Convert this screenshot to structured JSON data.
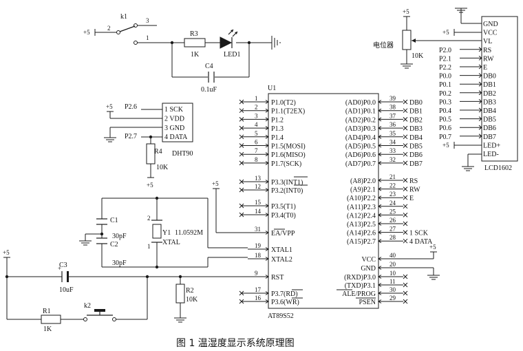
{
  "caption": "图 1  温湿度显示系统原理图",
  "power": {
    "plus5": "+5"
  },
  "switch_k1": {
    "ref": "k1",
    "pin2": "2",
    "pin3": "3",
    "pin1": "1"
  },
  "resistors": {
    "r3": {
      "ref": "R3",
      "value": "1K"
    },
    "r4": {
      "ref": "R4",
      "value": "10K"
    },
    "r2": {
      "ref": "R2",
      "value": "10K"
    },
    "r1": {
      "ref": "R1",
      "value": "1K"
    }
  },
  "led": {
    "ref": "LED1"
  },
  "capacitors": {
    "c4": {
      "ref": "C4",
      "value": "0.1uF"
    },
    "c1": {
      "ref": "C1",
      "value": "30pF"
    },
    "c2": {
      "ref": "C2",
      "value": "30pF"
    },
    "c3": {
      "ref": "C3",
      "value": "10uF"
    }
  },
  "potentiometer": {
    "label": "电位器",
    "value": "10K"
  },
  "crystal": {
    "ref": "Y1",
    "freq": "11.0592M",
    "type": "XTAL",
    "pin1": "1",
    "pin2": "2"
  },
  "switch_k2": {
    "ref": "k2"
  },
  "dht90": {
    "name": "DHT90",
    "pins": [
      "1 SCK",
      "2 VDD",
      "3 GND",
      "4 DATA"
    ],
    "net_top": "P2.6",
    "net_bottom": "P2.7"
  },
  "lcd": {
    "name": "LCD1602",
    "pins": [
      "GND",
      "VCC",
      "VL",
      "RS",
      "RW",
      "E",
      "DB0",
      "DB1",
      "DB2",
      "DB3",
      "DB4",
      "DB5",
      "DB6",
      "DB7",
      "LED+",
      "LED-"
    ],
    "nets": [
      "",
      "",
      "",
      "P2.0",
      "P2.1",
      "P2.2",
      "P0.0",
      "P0.1",
      "P0.2",
      "P0.3",
      "P0.4",
      "P0.5",
      "P0.6",
      "P0.7",
      "",
      ""
    ]
  },
  "mcu": {
    "ref": "U1",
    "name": "AT89S52",
    "left_top": [
      {
        "n": "1",
        "label": "P1.0(T2)"
      },
      {
        "n": "2",
        "label": "P1.1(T2EX)"
      },
      {
        "n": "3",
        "label": "P1.2"
      },
      {
        "n": "4",
        "label": "P1.3"
      },
      {
        "n": "5",
        "label": "P1.4"
      },
      {
        "n": "6",
        "label": "P1.5(MOSI)"
      },
      {
        "n": "7",
        "label": "P1.6(MISO)"
      },
      {
        "n": "8",
        "label": "P1.7(SCK)"
      }
    ],
    "left_mid": [
      {
        "n": "13",
        "label": "P3.3(INT1)"
      },
      {
        "n": "12",
        "label": "P3.2(INT0)"
      },
      {
        "n": "15",
        "label": "P3.5(T1)"
      },
      {
        "n": "14",
        "label": "P3.4(T0)"
      }
    ],
    "ea": {
      "n": "31",
      "label": "EA/VPP"
    },
    "xtal1": {
      "n": "19",
      "label": "XTAL1"
    },
    "xtal2": {
      "n": "18",
      "label": "XTAL2"
    },
    "rst": {
      "n": "9",
      "label": "RST"
    },
    "left_bottom": [
      {
        "n": "17",
        "label": "P3.7(RD)"
      },
      {
        "n": "16",
        "label": "P3.6(WR)"
      }
    ],
    "right_p0": [
      {
        "n": "39",
        "label": "(AD0)P0.0",
        "net": "DB0"
      },
      {
        "n": "38",
        "label": "(AD1)P0.1",
        "net": "DB1"
      },
      {
        "n": "37",
        "label": "(AD2)P0.2",
        "net": "DB2"
      },
      {
        "n": "36",
        "label": "(AD3)P0.3",
        "net": "DB3"
      },
      {
        "n": "35",
        "label": "(AD4)P0.4",
        "net": "DB4"
      },
      {
        "n": "34",
        "label": "(AD5)P0.5",
        "net": "DB5"
      },
      {
        "n": "33",
        "label": "(AD6)P0.6",
        "net": "DB6"
      },
      {
        "n": "32",
        "label": "(AD7)P0.7",
        "net": "DB7"
      }
    ],
    "right_p2": [
      {
        "n": "21",
        "label": "(A8)P2.0",
        "net": "RS"
      },
      {
        "n": "22",
        "label": "(A9)P2.1",
        "net": "RW"
      },
      {
        "n": "23",
        "label": "(A10)P2.2",
        "net": "E"
      },
      {
        "n": "24",
        "label": "(A11)P2.3",
        "net": ""
      },
      {
        "n": "25",
        "label": "(A12)P2.4",
        "net": ""
      },
      {
        "n": "26",
        "label": "(A13)P2.5",
        "net": ""
      },
      {
        "n": "27",
        "label": "(A14)P2.6",
        "net": "1 SCK"
      },
      {
        "n": "28",
        "label": "(A15)P2.7",
        "net": "4 DATA"
      }
    ],
    "right_bottom": [
      {
        "n": "40",
        "label": "VCC"
      },
      {
        "n": "20",
        "label": "GND"
      },
      {
        "n": "10",
        "label": "(RXD)P3.0"
      },
      {
        "n": "11",
        "label": "(TXD)P3.1"
      },
      {
        "n": "30",
        "label": "ALE/PROG"
      },
      {
        "n": "29",
        "label": "PSEN"
      }
    ]
  }
}
